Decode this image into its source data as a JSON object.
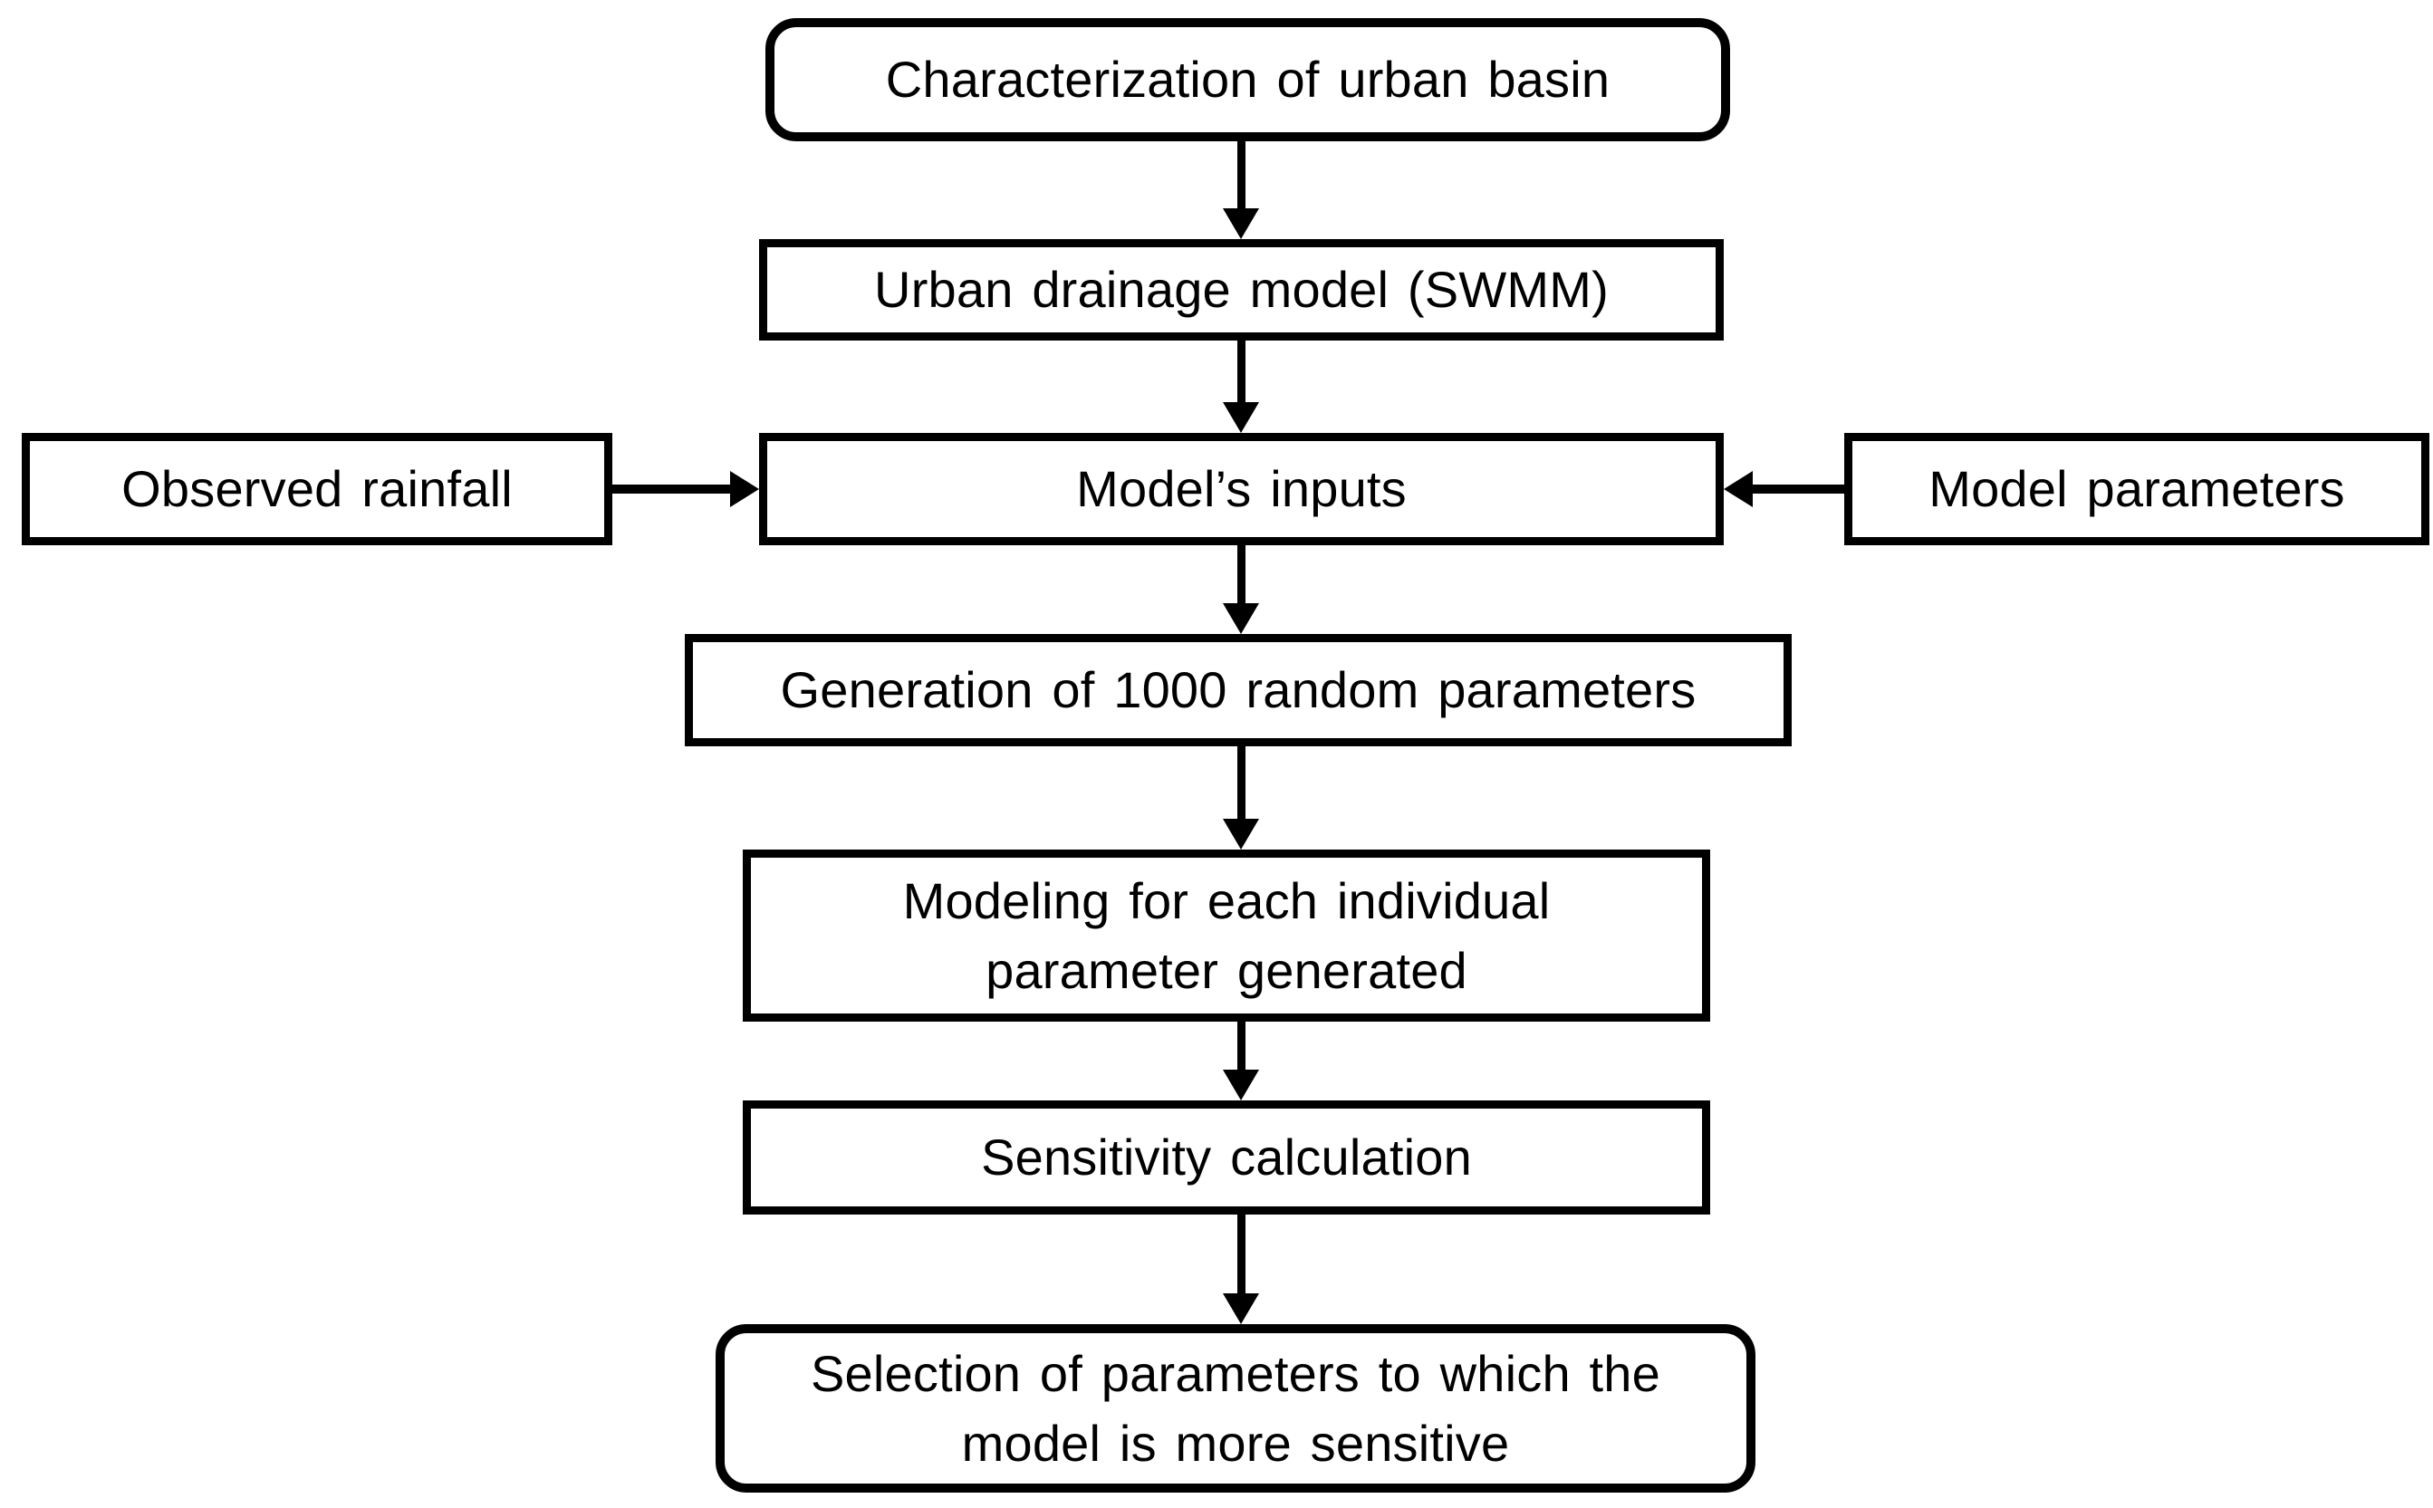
{
  "diagram": {
    "background_color": "#ffffff",
    "line_color": "#000000",
    "box_fill_color": "#ffffff",
    "nodes": {
      "characterization": {
        "shape": "rounded",
        "lines": [
          "Characterization of urban basin"
        ]
      },
      "swmm": {
        "shape": "rect",
        "lines": [
          "Urban drainage model (SWMM)"
        ]
      },
      "observed_rainfall": {
        "shape": "rect",
        "lines": [
          "Observed rainfall"
        ]
      },
      "models_inputs": {
        "shape": "rect",
        "lines": [
          "Model’s inputs"
        ]
      },
      "model_parameters": {
        "shape": "rect",
        "lines": [
          "Model parameters"
        ]
      },
      "generation": {
        "shape": "rect",
        "lines": [
          "Generation of 1000 random parameters"
        ]
      },
      "modeling": {
        "shape": "rect",
        "lines": [
          "Modeling for each individual",
          "parameter generated"
        ]
      },
      "sensitivity": {
        "shape": "rect",
        "lines": [
          "Sensitivity calculation"
        ]
      },
      "selection": {
        "shape": "rounded",
        "lines": [
          "Selection of parameters to which the",
          "model is more sensitive"
        ]
      }
    },
    "edges": [
      {
        "from": "characterization",
        "to": "swmm",
        "direction": "down"
      },
      {
        "from": "swmm",
        "to": "models_inputs",
        "direction": "down"
      },
      {
        "from": "observed_rainfall",
        "to": "models_inputs",
        "direction": "right"
      },
      {
        "from": "model_parameters",
        "to": "models_inputs",
        "direction": "left"
      },
      {
        "from": "models_inputs",
        "to": "generation",
        "direction": "down"
      },
      {
        "from": "generation",
        "to": "modeling",
        "direction": "down"
      },
      {
        "from": "modeling",
        "to": "sensitivity",
        "direction": "down"
      },
      {
        "from": "sensitivity",
        "to": "selection",
        "direction": "down"
      }
    ]
  }
}
